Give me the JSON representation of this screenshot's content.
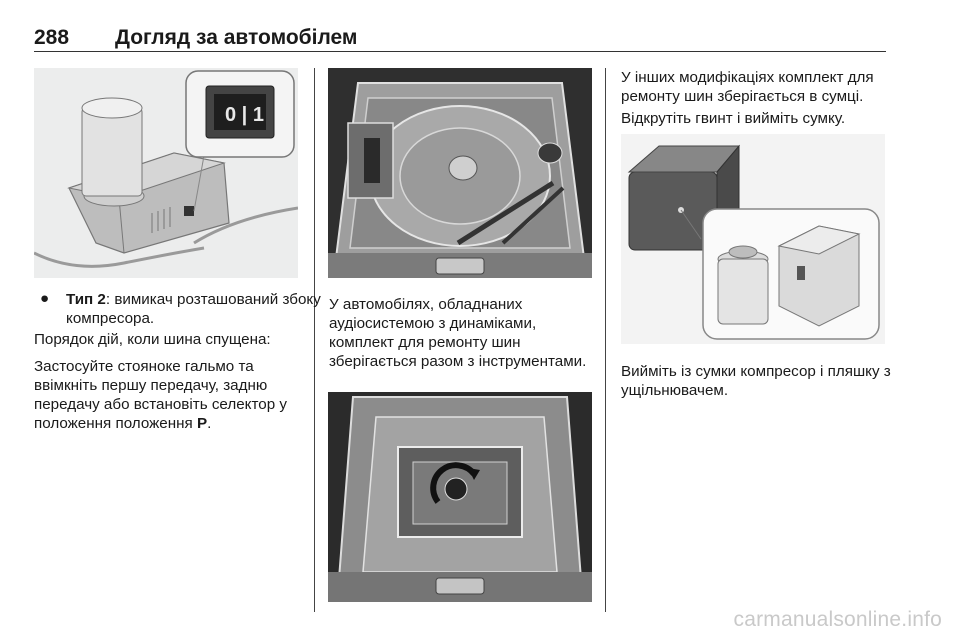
{
  "header": {
    "page_number": "288",
    "section_title": "Догляд за автомобілем"
  },
  "left_column": {
    "bullet": {
      "term": "Тип 2",
      "rest": ": вимикач розташований збоку компресора."
    },
    "para1": "Порядок дій, коли шина спущена:",
    "para2_prefix": "Застосуйте стояноке гальмо та ввімкніть першу передачу, задню передачу або встановіть селектор у положення положення ",
    "para2_bold": "P",
    "para2_suffix": "."
  },
  "middle_column": {
    "para1": "У автомобілях, обладнаних аудіосистемою з динаміками, комплект для ремонту шин зберігається разом з інструментами."
  },
  "right_column": {
    "para1": "У інших модифікаціях комплект для ремонту шин зберігається в сумці.",
    "para2": "Відкрутіть гвинт і вийміть сумку.",
    "para3": "Вийміть із сумки компресор і пляшку з ущільнювачем."
  },
  "switch_glyph": "0 | 1",
  "watermark": "carmanualsonline.info"
}
